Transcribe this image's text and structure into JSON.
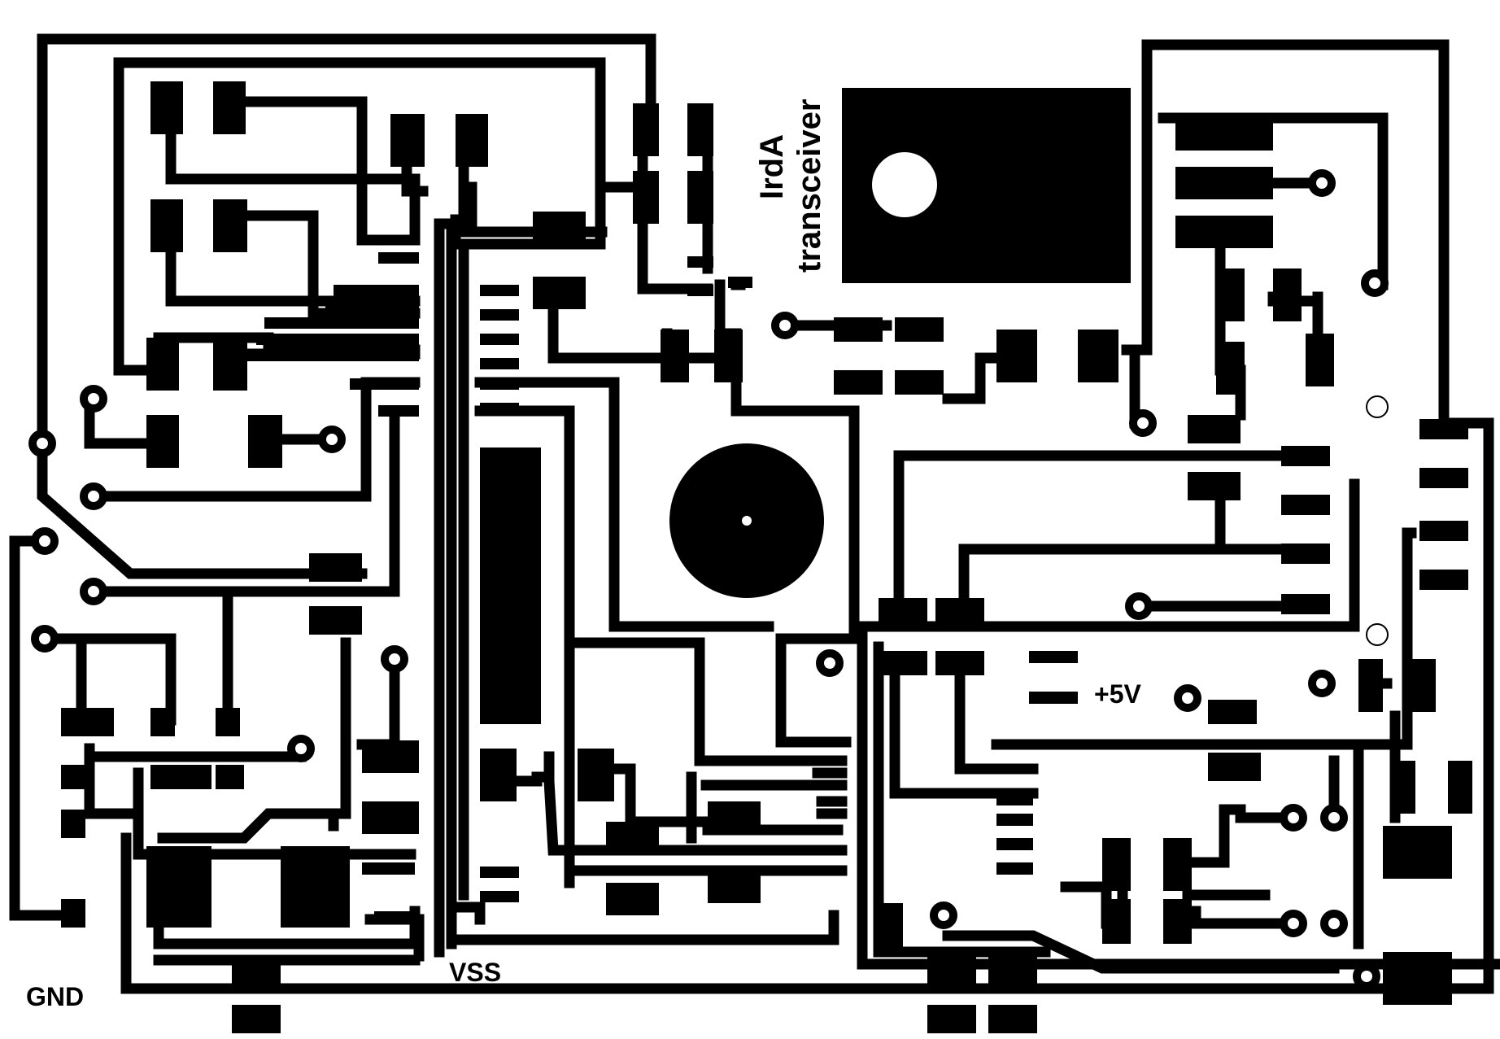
{
  "labels": {
    "title_line1": "IrdA",
    "title_line2": "transceiver",
    "vcc": "+5V",
    "vss": "VSS",
    "gnd": "GND"
  },
  "colors": {
    "copper": "#000000",
    "board": "#ffffff"
  }
}
